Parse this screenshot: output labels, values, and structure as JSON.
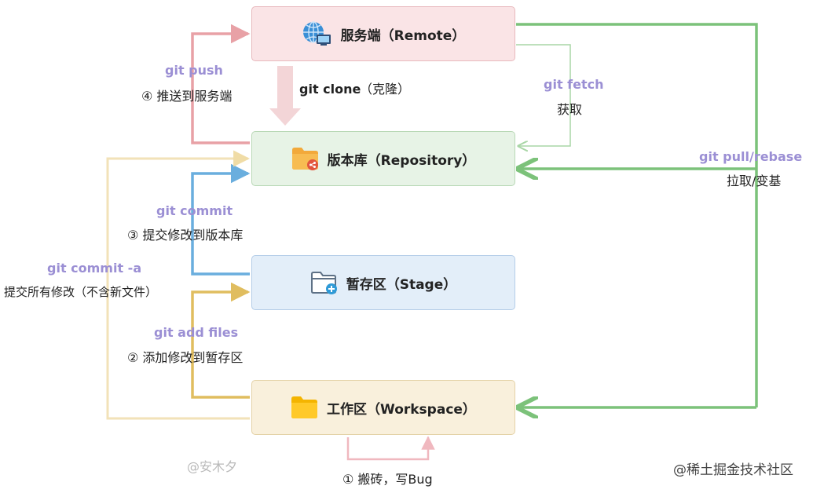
{
  "nodes": {
    "remote": "服务端（Remote）",
    "repository": "版本库（Repository）",
    "stage": "暂存区（Stage）",
    "workspace": "工作区（Workspace）"
  },
  "steps": {
    "push_cmd": "git push",
    "push_desc": "④ 推送到服务端",
    "clone_cmd": "git clone",
    "clone_desc": "（克隆）",
    "fetch_cmd": "git fetch",
    "fetch_desc": "获取",
    "pull_cmd": "git pull/rebase",
    "pull_desc": "拉取/变基",
    "commit_cmd": "git commit",
    "commit_desc": "③ 提交修改到版本库",
    "commit_all_cmd": "git commit -a",
    "commit_all_desc": "提交所有修改（不含新文件）",
    "add_cmd": "git add files",
    "add_desc": "② 添加修改到暂存区",
    "work_desc": "① 搬砖，写Bug"
  },
  "watermarks": {
    "author": "@安木夕",
    "site": "@稀土掘金技术社区"
  },
  "icons": {
    "remote": "globe-computer-icon",
    "repository": "folder-share-icon",
    "stage": "folder-add-icon",
    "workspace": "folder-icon"
  },
  "colors": {
    "push": "#e8a1a6",
    "clone": "#f3d5d7",
    "fetch": "#a9d6a6",
    "pull": "#7cc27a",
    "commit": "#6aaede",
    "commit_all": "#f2e2b8",
    "add": "#e0bd5f",
    "work": "#f0b8bf",
    "command_text": "#9b8fd4"
  }
}
